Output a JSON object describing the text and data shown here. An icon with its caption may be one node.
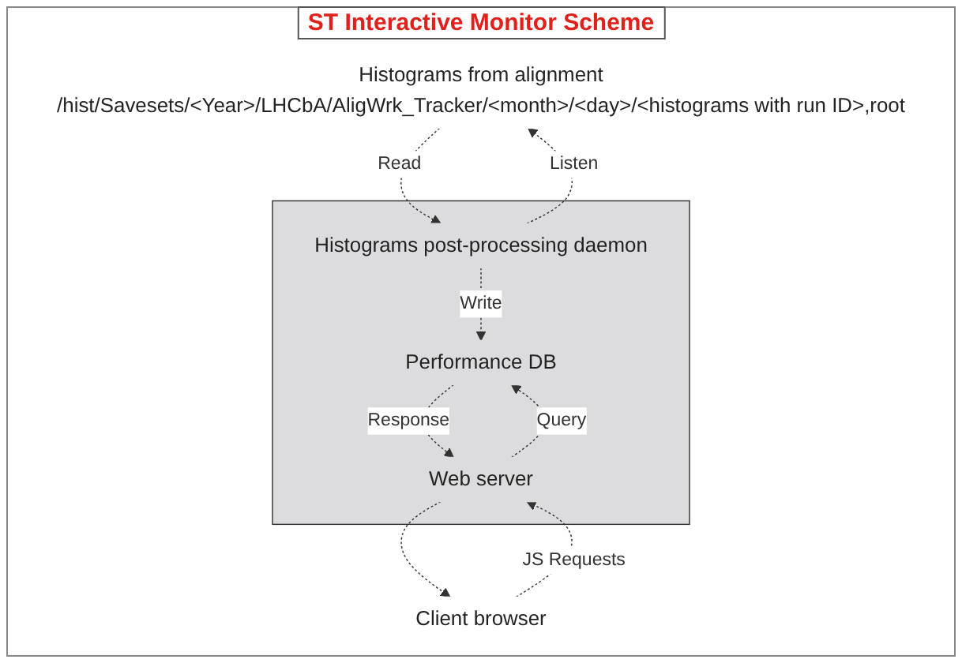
{
  "diagram": {
    "title": "ST Interactive Monitor Scheme",
    "nodes": [
      {
        "text": [
          "Histograms from alignment",
          "/hist/Savesets/<Year>/LHCbA/AligWrk_Tracker/<month>/<day>/<histograms with run ID>,root"
        ]
      },
      {
        "text": [],
        "shape": "box"
      },
      {
        "text": [
          "Histograms post-processing daemon"
        ],
        "in": 1
      },
      {
        "text": [
          "Performance DB"
        ],
        "in": 1
      },
      {
        "text": [
          "Web server"
        ],
        "in": 1
      },
      {
        "text": [
          "Client browser"
        ]
      }
    ],
    "edges": [
      {
        "from": 2,
        "to": 0,
        "arrow": "to",
        "label": "Listen",
        "style": "dashed"
      },
      {
        "from": 0,
        "to": 2,
        "arrow": "to",
        "label": "Read",
        "style": "dashed"
      },
      {
        "from": 2,
        "to": 3,
        "arrow": "to",
        "label": "Write",
        "style": "dashed"
      },
      {
        "from": 4,
        "to": 3,
        "arrow": "to",
        "label": "Query",
        "style": "dashed"
      },
      {
        "from": 3,
        "to": 4,
        "arrow": "to",
        "label": "Response",
        "style": "dashed"
      },
      {
        "from": 5,
        "to": 4,
        "arrow": "to",
        "label": "JS Requests",
        "style": "dashed"
      },
      {
        "from": 4,
        "to": 5,
        "arrow": "to",
        "style": "dashed"
      }
    ]
  }
}
